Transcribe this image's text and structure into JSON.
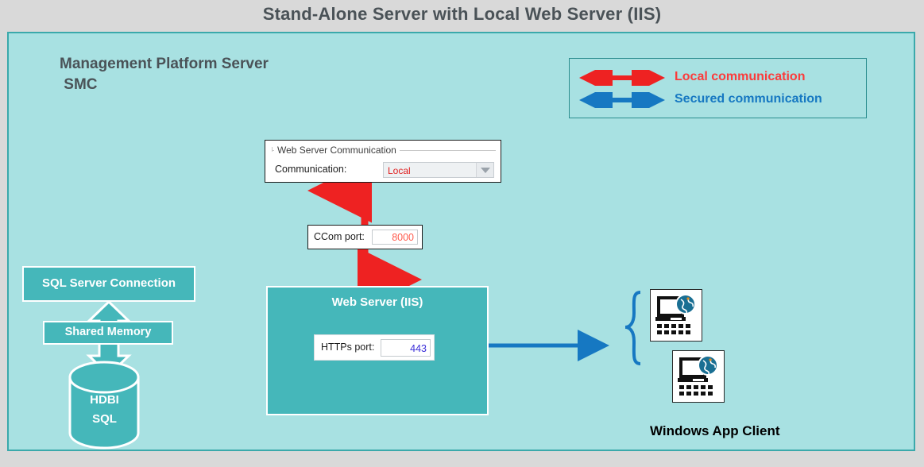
{
  "title": "Stand-Alone Server with Local Web Server (IIS)",
  "server": {
    "heading_line1": "Management Platform Server",
    "heading_line2": " SMC"
  },
  "legend": {
    "items": [
      {
        "label": "Local communication",
        "color": "#fb3b3b",
        "arrow": "double-headed-arrow-red"
      },
      {
        "label": "Secured communication",
        "color": "#1678c2",
        "arrow": "double-headed-arrow-blue"
      }
    ]
  },
  "web_server_communication": {
    "group_title": "Web Server Communication",
    "field_label": "Communication:",
    "selected_value": "Local",
    "value_color": "#e02020"
  },
  "ccom": {
    "label": "CCom port:",
    "value": "8000",
    "value_color": "#ff5b4d"
  },
  "iis": {
    "title": "Web Server (IIS)",
    "https_label": "HTTPs port:",
    "https_value": "443",
    "https_value_color": "#3b2fd8"
  },
  "database": {
    "connection_box": "SQL Server Connection",
    "link_label": "Shared Memory",
    "cylinder_text": "HDBI\nSQL"
  },
  "clients": {
    "label": "Windows App Client",
    "icon_name": "web-client-computer-icon",
    "count": 2
  },
  "colors": {
    "page_background": "#d9d9d9",
    "panel_background": "#a8e1e2",
    "panel_border": "#3aa9ab",
    "teal_box": "#45b7ba",
    "red_arrow": "#ee2222",
    "blue_arrow": "#1678c2",
    "title_text": "#4a5257"
  }
}
